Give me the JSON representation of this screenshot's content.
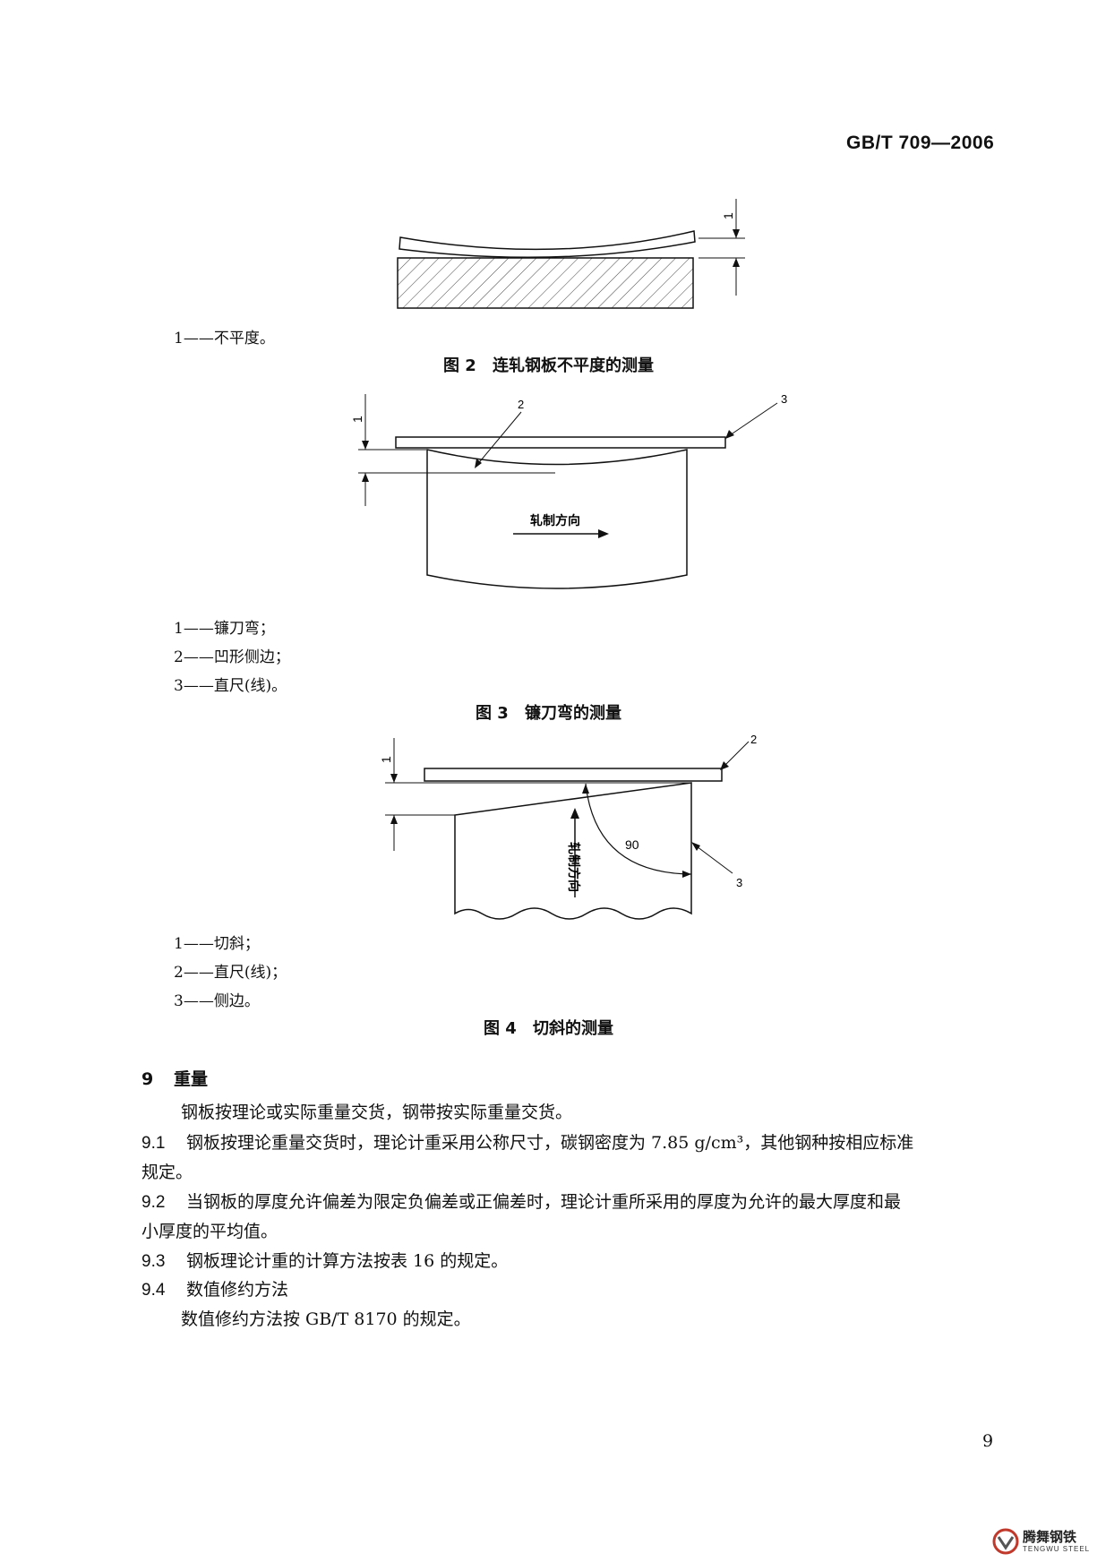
{
  "header": {
    "standard_code": "GB/T 709—2006"
  },
  "figure2": {
    "callouts": [
      "1"
    ],
    "legend": [
      "1——不平度。"
    ],
    "caption_num": "图 2",
    "caption_title": "连轧钢板不平度的测量"
  },
  "figure3": {
    "callouts": [
      "1",
      "2",
      "3"
    ],
    "direction_label": "轧制方向",
    "legend": [
      "1——镰刀弯；",
      "2——凹形侧边；",
      "3——直尺(线)。"
    ],
    "caption_num": "图 3",
    "caption_title": "镰刀弯的测量"
  },
  "figure4": {
    "callouts": [
      "1",
      "2",
      "3"
    ],
    "angle_label": "90",
    "direction_label": "轧制方向",
    "legend": [
      "1——切斜；",
      "2——直尺(线)；",
      "3——侧边。"
    ],
    "caption_num": "图 4",
    "caption_title": "切斜的测量"
  },
  "section9": {
    "number": "9",
    "title": "重量",
    "intro": "钢板按理论或实际重量交货，钢带按实际重量交货。",
    "clauses": [
      {
        "num": "9.1",
        "text": "钢板按理论重量交货时，理论计重采用公称尺寸，碳钢密度为 7.85 g/cm³，其他钢种按相应标准",
        "cont": "规定。"
      },
      {
        "num": "9.2",
        "text": "当钢板的厚度允许偏差为限定负偏差或正偏差时，理论计重所采用的厚度为允许的最大厚度和最",
        "cont": "小厚度的平均值。"
      },
      {
        "num": "9.3",
        "text": "钢板理论计重的计算方法按表 16 的规定。"
      },
      {
        "num": "9.4",
        "text": "数值修约方法",
        "sub": "数值修约方法按 GB/T 8170 的规定。"
      }
    ]
  },
  "page_number": "9",
  "watermark": {
    "name": "腾舞钢铁",
    "name_en": "TENGWU STEEL",
    "color": "#c0392b"
  }
}
